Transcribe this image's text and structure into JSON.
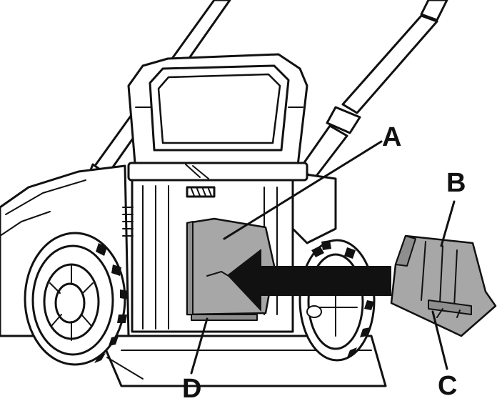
{
  "callouts": {
    "a": "A",
    "b": "B",
    "c": "C",
    "d": "D"
  },
  "colors": {
    "line": "#111111",
    "part_fill": "#a7a7a7",
    "background": "#ffffff"
  }
}
